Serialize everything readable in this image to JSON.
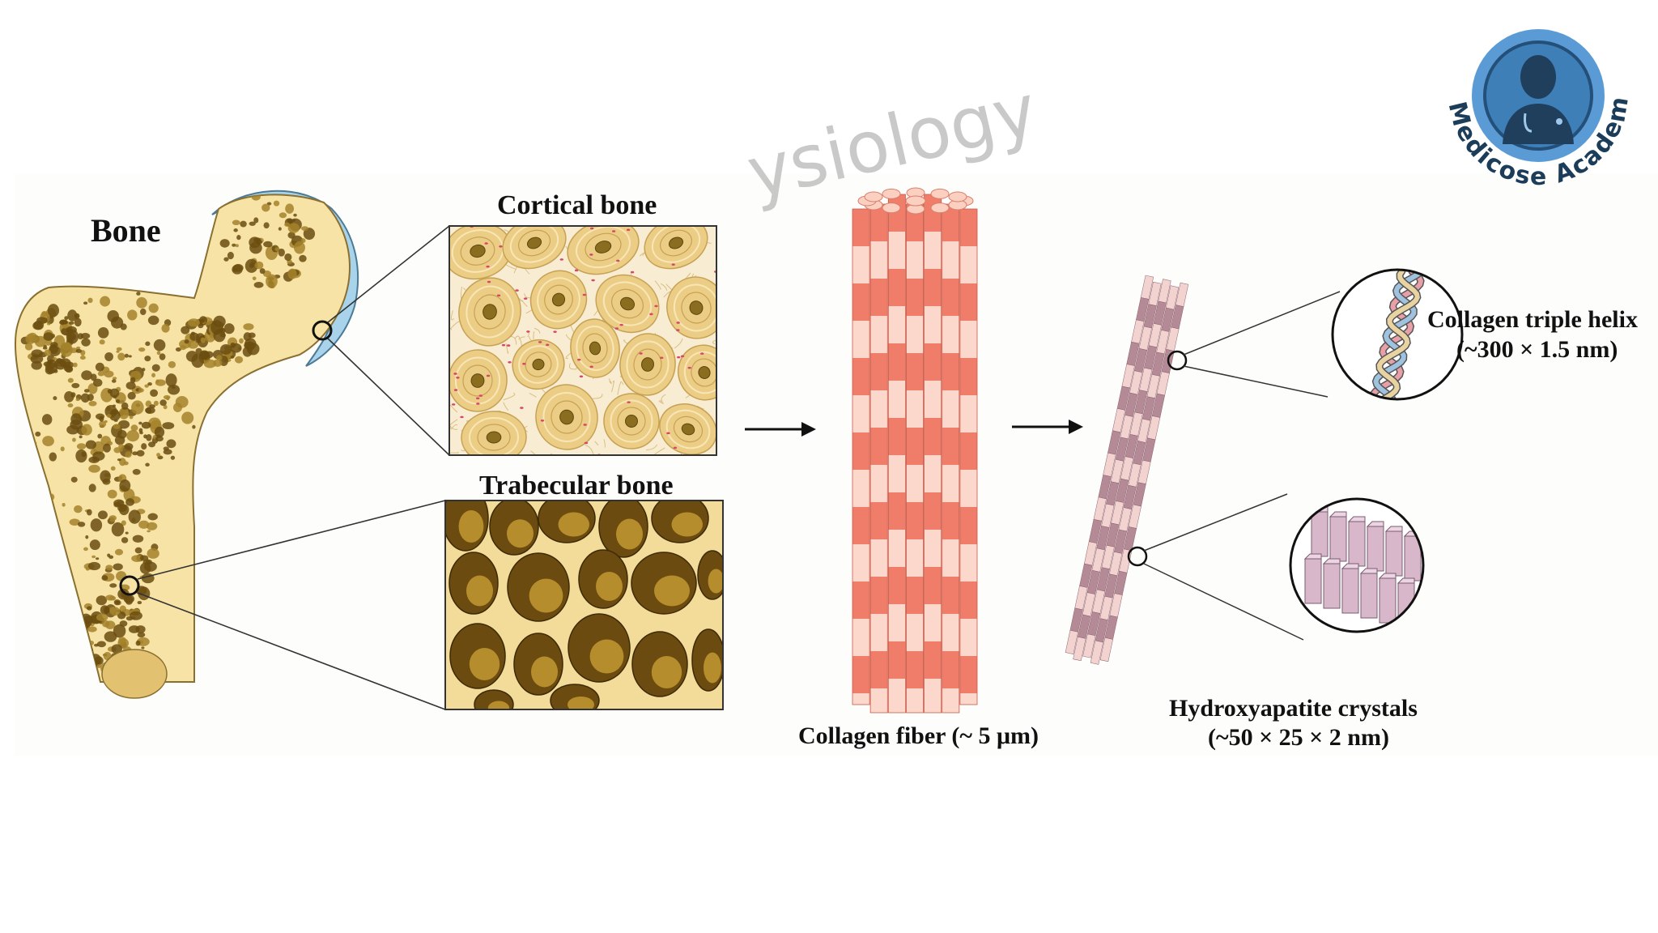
{
  "watermark": "ysiology",
  "logo": {
    "text": "Medicose Academics",
    "ring_color": "#5b9bd5",
    "figure": "doctor-silhouette-icon"
  },
  "labels": {
    "bone": "Bone",
    "cortical": "Cortical bone",
    "trabecular": "Trabecular bone",
    "collagen_fiber": "Collagen fiber (~ 5 μm)",
    "triple_helix_line1": "Collagen triple helix",
    "triple_helix_line2": "(~300 × 1.5 nm)",
    "hydroxyapatite_line1": "Hydroxyapatite  crystals",
    "hydroxyapatite_line2": "(~50 × 25 × 2 nm)"
  },
  "colors": {
    "bone_fill": "#f7e3a6",
    "bone_stroke": "#8a7030",
    "cartilage": "#a9d3ea",
    "pore": "#6b4e10",
    "collagen_dark": "#f07d6a",
    "collagen_light": "#fbd7cc",
    "fibril_dark": "#b48a96",
    "crystal": "#d9b7cb"
  }
}
